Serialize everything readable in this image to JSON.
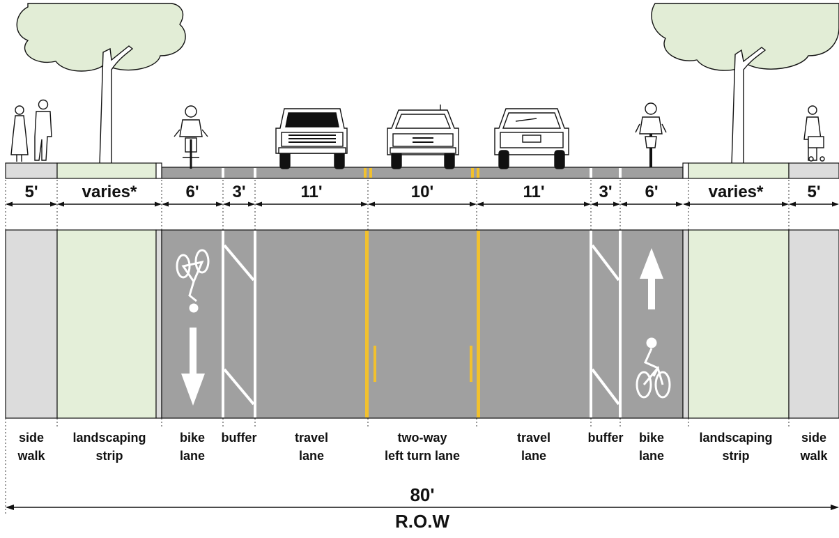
{
  "segments": [
    {
      "dimension": "5'",
      "label_lines": [
        "side",
        "walk"
      ],
      "type": "sidewalk"
    },
    {
      "dimension": "varies*",
      "label_lines": [
        "landscaping",
        "strip"
      ],
      "type": "landscape"
    },
    {
      "dimension": "6'",
      "label_lines": [
        "bike",
        "lane"
      ],
      "type": "bike"
    },
    {
      "dimension": "3'",
      "label_lines": [
        "buffer"
      ],
      "type": "buffer"
    },
    {
      "dimension": "11'",
      "label_lines": [
        "travel",
        "lane"
      ],
      "type": "travel"
    },
    {
      "dimension": "10'",
      "label_lines": [
        "two-way",
        "left turn lane"
      ],
      "type": "turn"
    },
    {
      "dimension": "11'",
      "label_lines": [
        "travel",
        "lane"
      ],
      "type": "travel"
    },
    {
      "dimension": "3'",
      "label_lines": [
        "buffer"
      ],
      "type": "buffer"
    },
    {
      "dimension": "6'",
      "label_lines": [
        "bike",
        "lane"
      ],
      "type": "bike"
    },
    {
      "dimension": "varies*",
      "label_lines": [
        "landscaping",
        "strip"
      ],
      "type": "landscape"
    },
    {
      "dimension": "5'",
      "label_lines": [
        "side",
        "walk"
      ],
      "type": "sidewalk"
    }
  ],
  "total": {
    "dimension": "80'",
    "label": "R.O.W"
  },
  "colors": {
    "pavement": "#a0a0a0",
    "sidewalk": "#dcdcdc",
    "landscape": "#e4efd9",
    "tree_canopy": "#e2edd6",
    "yellow_line": "#f2c12e",
    "white_marking": "#ffffff",
    "line": "#111111"
  },
  "figures": [
    {
      "name": "pedestrian-couple-icon"
    },
    {
      "name": "street-tree-icon"
    },
    {
      "name": "cyclist-front-icon"
    },
    {
      "name": "pickup-truck-front-icon"
    },
    {
      "name": "minivan-front-icon"
    },
    {
      "name": "suv-rear-icon"
    },
    {
      "name": "cyclist-rear-icon"
    },
    {
      "name": "street-tree-icon"
    },
    {
      "name": "pedestrian-stroller-icon"
    }
  ],
  "markings": [
    {
      "name": "bike-symbol-icon"
    },
    {
      "name": "arrow-down-icon"
    },
    {
      "name": "arrow-up-icon"
    },
    {
      "name": "bike-symbol-icon"
    }
  ]
}
